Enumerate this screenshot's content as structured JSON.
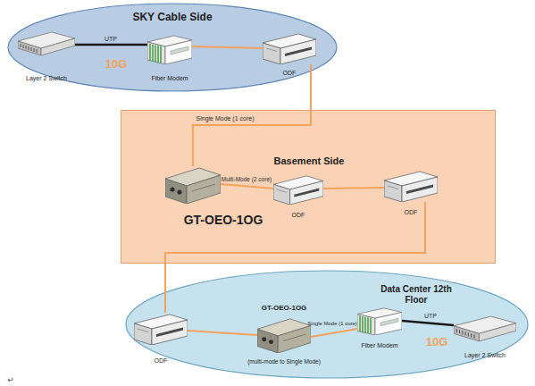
{
  "diagram": {
    "nodes": [
      {
        "text": [
          "SKY Cable Side"
        ]
      },
      {
        "text": [
          "Layer 2 Switch"
        ],
        "in": 0
      },
      {
        "text": [
          "Fiber Modem"
        ],
        "in": 0
      },
      {
        "text": [
          "ODF"
        ],
        "in": 0
      },
      {
        "text": [
          "Basement Side"
        ]
      },
      {
        "text": [
          "GT-OEO-1OG"
        ],
        "in": 4
      },
      {
        "text": [
          "ODF"
        ],
        "in": 4
      },
      {
        "text": [
          "ODF"
        ],
        "in": 4
      },
      {
        "text": [
          "Data Center 12th Floor"
        ]
      },
      {
        "text": [
          "ODF"
        ],
        "in": 8
      },
      {
        "text": [
          "GT-OEO-1OG",
          "(multi-mode to Single Mode)"
        ],
        "in": 8
      },
      {
        "text": [
          "Fiber Modem"
        ],
        "in": 8
      },
      {
        "text": [
          "Layer 2 Switch"
        ],
        "in": 8
      }
    ],
    "edges": [
      {
        "from": 1,
        "to": 2,
        "arrow": "none",
        "label": "UTP"
      },
      {
        "from": 2,
        "to": 3,
        "arrow": "none"
      },
      {
        "from": 3,
        "to": 5,
        "arrow": "none",
        "label": "Single Mode (1 core)"
      },
      {
        "from": 5,
        "to": 6,
        "arrow": "none",
        "label": "Multi-Mode (2 core)"
      },
      {
        "from": 6,
        "to": 7,
        "arrow": "none"
      },
      {
        "from": 7,
        "to": 9,
        "arrow": "none"
      },
      {
        "from": 9,
        "to": 10,
        "arrow": "none"
      },
      {
        "from": 10,
        "to": 11,
        "arrow": "none",
        "label": "Single Mode (1 core)"
      },
      {
        "from": 11,
        "to": 12,
        "arrow": "none",
        "label": "UTP"
      }
    ],
    "labels": [
      "10G",
      "10G",
      "↵"
    ]
  }
}
